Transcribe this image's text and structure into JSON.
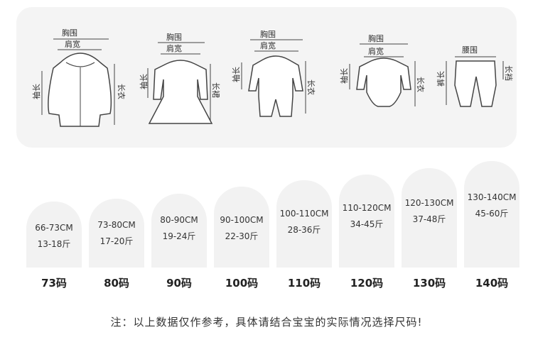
{
  "garments": [
    {
      "name": "jacket",
      "chest": "胸围",
      "shoulder": "肩宽",
      "sleeve": "袖长",
      "length": "长衣"
    },
    {
      "name": "dress",
      "chest": "胸围",
      "shoulder": "肩宽",
      "sleeve": "袖长",
      "length": "长裙"
    },
    {
      "name": "romper",
      "chest": "胸围",
      "shoulder": "肩宽",
      "sleeve": "袖长",
      "length": "长衣"
    },
    {
      "name": "bodysuit",
      "chest": "胸围",
      "shoulder": "肩宽",
      "sleeve": "袖长",
      "length": "长衣"
    },
    {
      "name": "pants",
      "waist": "腰围",
      "leg": "裤长",
      "crotch": "长裆"
    }
  ],
  "sizes": [
    {
      "range": "66-73CM",
      "weight": "13-18斤",
      "label": "73码"
    },
    {
      "range": "73-80CM",
      "weight": "17-20斤",
      "label": "80码"
    },
    {
      "range": "80-90CM",
      "weight": "19-24斤",
      "label": "90码"
    },
    {
      "range": "90-100CM",
      "weight": "22-30斤",
      "label": "100码"
    },
    {
      "range": "100-110CM",
      "weight": "28-36斤",
      "label": "110码"
    },
    {
      "range": "110-120CM",
      "weight": "34-45斤",
      "label": "120码"
    },
    {
      "range": "120-130CM",
      "weight": "37-48斤",
      "label": "130码"
    },
    {
      "range": "130-140CM",
      "weight": "45-60斤",
      "label": "140码"
    }
  ],
  "note": "注：以上数据仅作参考，具体请结合宝宝的实际情况选择尺码!"
}
